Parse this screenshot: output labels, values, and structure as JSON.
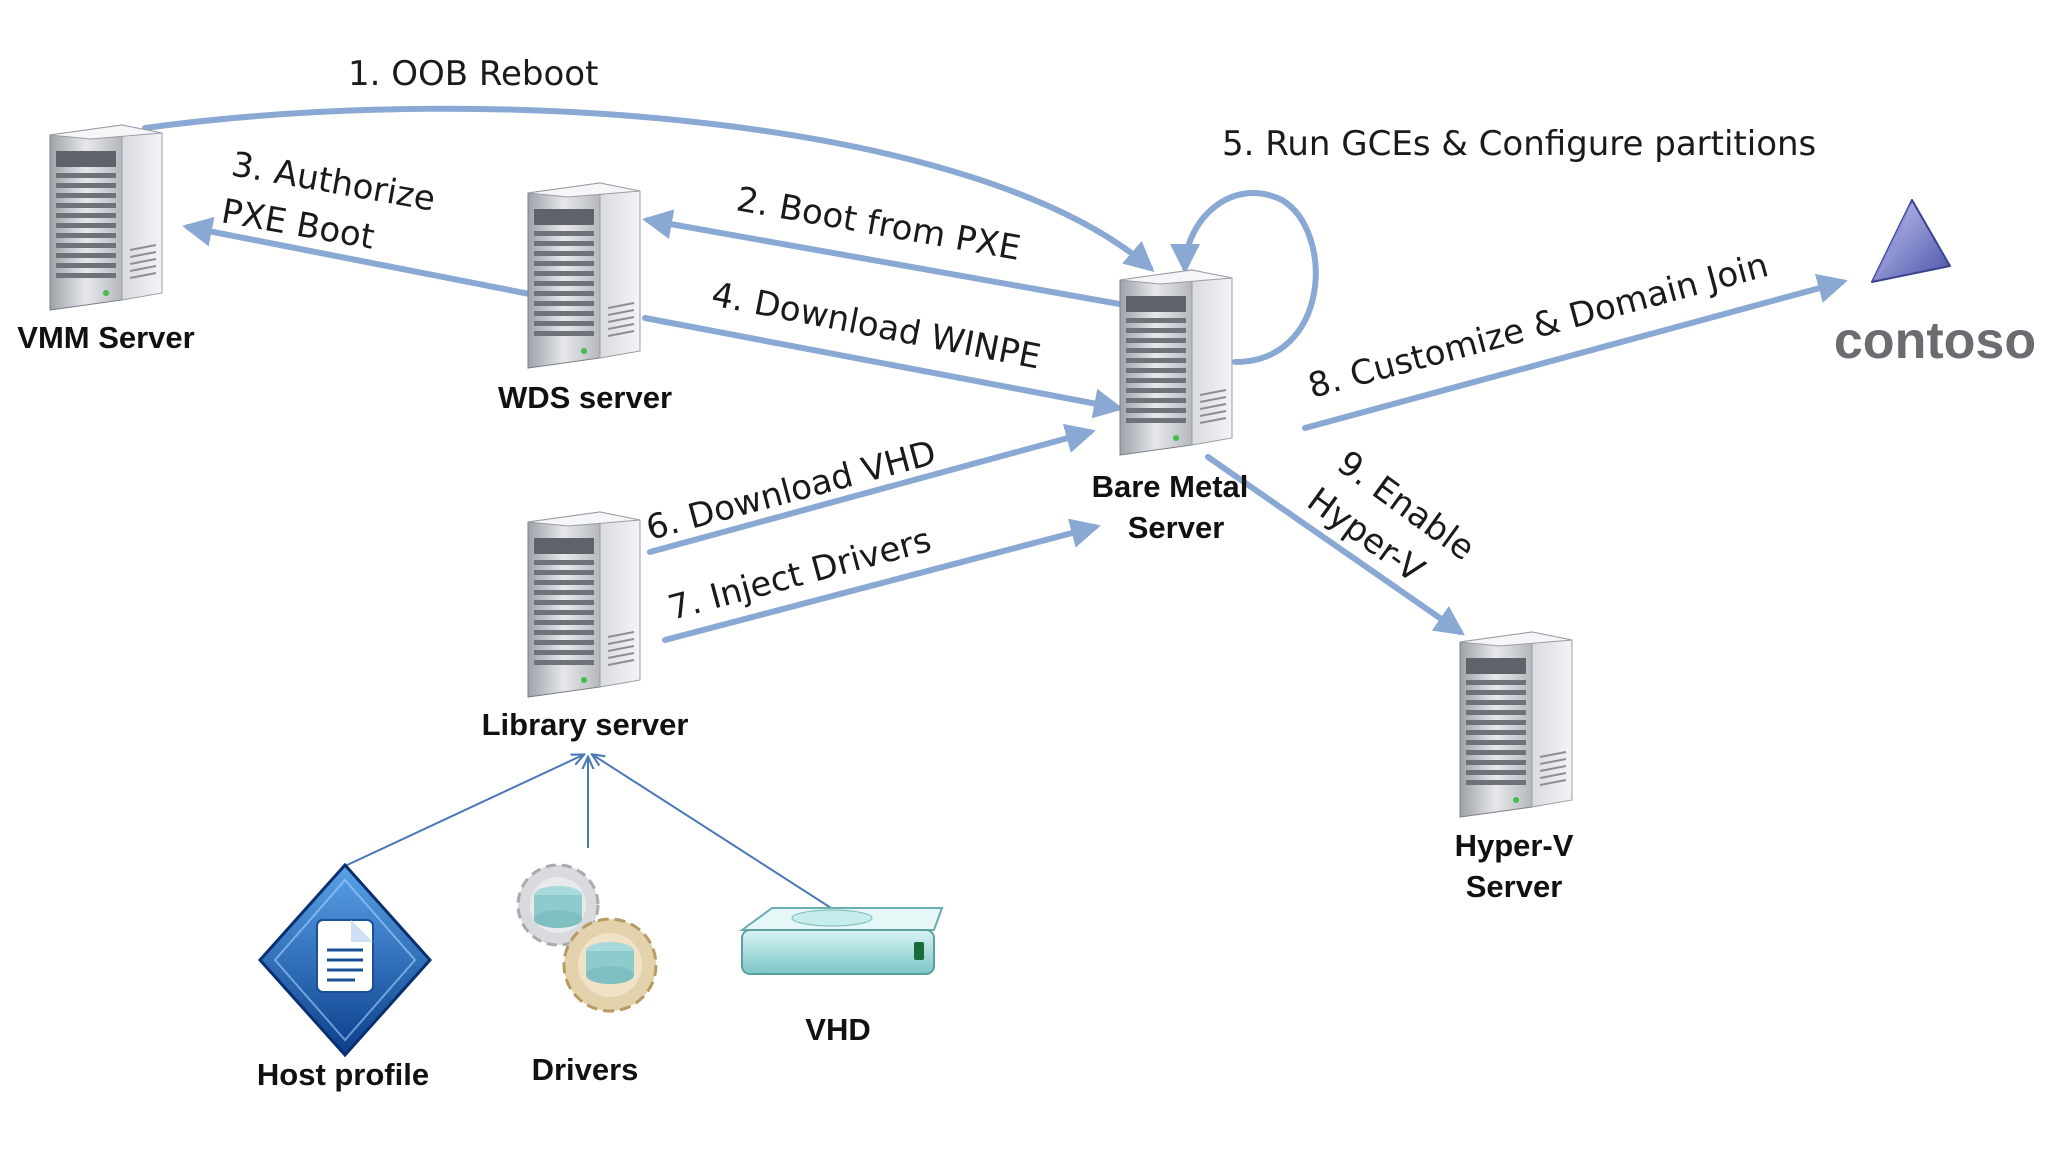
{
  "nodes": {
    "vmm": "VMM Server",
    "wds": "WDS server",
    "bare_metal_line1": "Bare Metal",
    "bare_metal_line2": "Server",
    "library": "Library server",
    "hyperv_line1": "Hyper-V",
    "hyperv_line2": "Server",
    "host_profile": "Host profile",
    "drivers": "Drivers",
    "vhd": "VHD",
    "domain": "contoso"
  },
  "steps": {
    "s1": "1. OOB Reboot",
    "s2": "2. Boot from PXE",
    "s3_line1": "3. Authorize",
    "s3_line2": "PXE Boot",
    "s4": "4. Download WINPE",
    "s5": "5. Run GCEs & Configure partitions",
    "s6": "6. Download VHD",
    "s7": "7. Inject Drivers",
    "s8": "8. Customize & Domain Join",
    "s9_line1": "9. Enable",
    "s9_line2": "Hyper-V"
  },
  "colors": {
    "arrow": "#8aa8d4",
    "thin_arrow": "#4a78b8",
    "server_body": "#c8cbd0",
    "brand": "#6b6b70"
  },
  "icons": {
    "server": "server-tower-icon",
    "host_profile": "document-diamond-icon",
    "drivers": "gears-icon",
    "vhd": "disk-drive-icon",
    "domain": "triangle-logo-icon"
  }
}
